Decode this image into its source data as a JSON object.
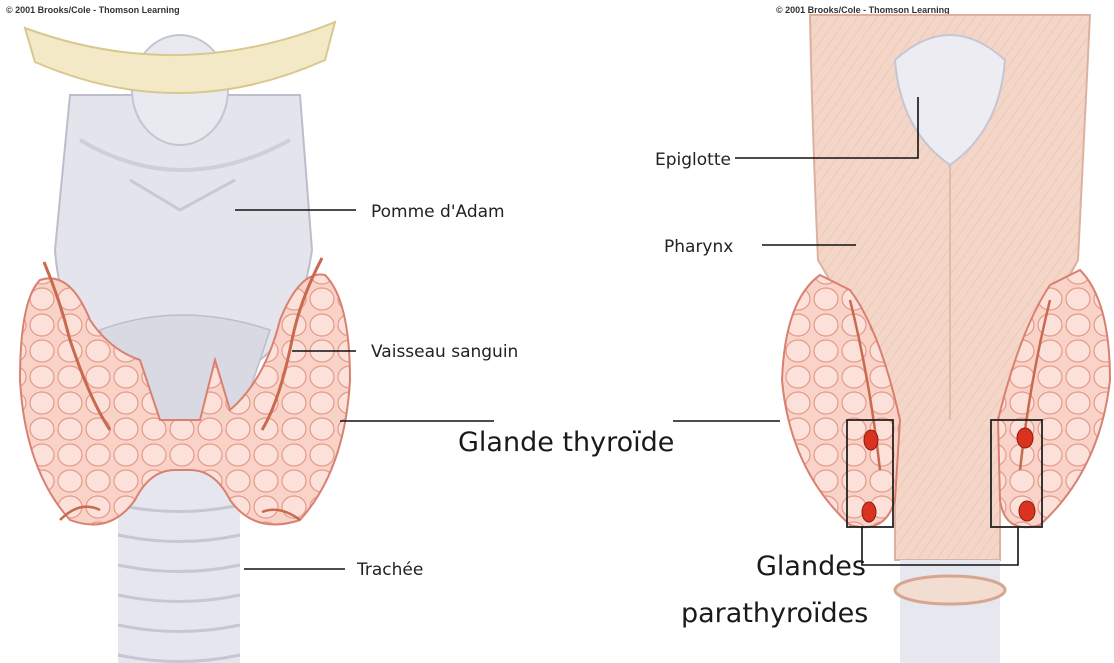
{
  "copyright_left": "© 2001 Brooks/Cole - Thomson Learning",
  "copyright_right": "© 2001 Brooks/Cole - Thomson Learning",
  "labels": {
    "pomme_adam": "Pomme d'Adam",
    "vaisseau_sanguin": "Vaisseau sanguin",
    "glande_thyroide": "Glande thyroïde",
    "trachee": "Trachée",
    "epiglotte": "Epiglotte",
    "pharynx": "Pharynx",
    "glandes_parathyroides_line1": "Glandes",
    "glandes_parathyroides_line2": "parathyroïdes"
  },
  "colors": {
    "cartilage": "#e4e4ec",
    "cartilage_shade": "#c9c9d6",
    "hyoid": "#f3e9c6",
    "thyroid": "#f8c9bf",
    "thyroid_outline": "#d98070",
    "vessel": "#c96a4f",
    "pharynx": "#f3d3c4",
    "parathyroid": "#d9331f",
    "box": "#222222"
  }
}
